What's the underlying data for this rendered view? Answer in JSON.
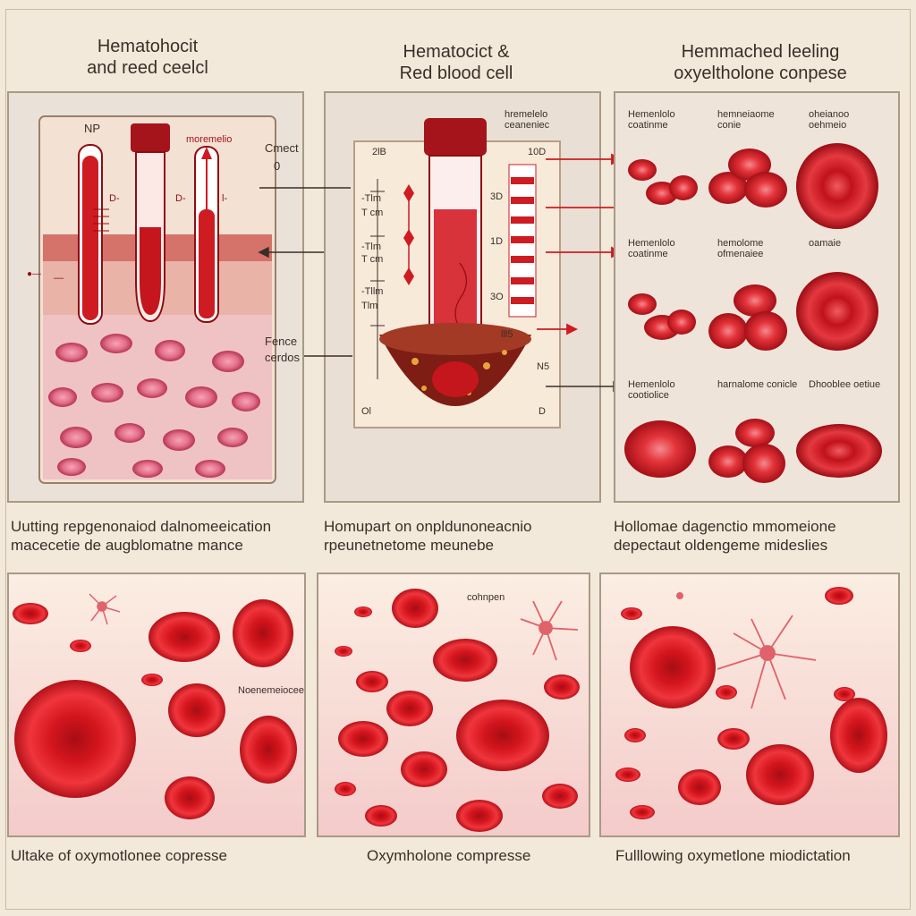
{
  "titles": {
    "left": [
      "Hematohocit",
      "and reed ceelcl"
    ],
    "middle": [
      "Hematocict &",
      "Red blood cell"
    ],
    "right": [
      "Hemmached leeling",
      "oxyeltholone conpese"
    ]
  },
  "left_panel": {
    "np_label": "NP",
    "arrow_label": "moremelio",
    "d_labels": [
      "D-",
      "D-",
      "l-"
    ],
    "callout_upper": [
      "Cmect",
      "0"
    ],
    "callout_lower": [
      "Fence",
      "cerdos"
    ]
  },
  "middle_panel": {
    "scale_left_top": "2lB",
    "scale_right_top": "10D",
    "scale_left_ticks": [
      "-Tlm",
      "T cm",
      "-Tlm",
      "T cm",
      "-Tllm",
      "Tlm"
    ],
    "scale_right_ticks": [
      "3D",
      "1D",
      "3O"
    ],
    "top_note": [
      "hremelelo",
      "ceaneniec"
    ],
    "bottom_left": "Ol",
    "bottom_right": "D",
    "bottom_mark": "lll5",
    "bottom_mark2": "N5"
  },
  "right_grid": {
    "rows": [
      [
        "Hemenlolo coatinme",
        "hemneiaome conie",
        "oheianoo oehmeio"
      ],
      [
        "Hemenlolo coatinme",
        "hemolome ofmenaiee",
        "oamaie"
      ],
      [
        "Hemenlolo cootiolice",
        "harnalome conicle",
        "Dhooblee oetiue"
      ]
    ]
  },
  "row_captions": {
    "left": [
      "Uutting repgenonaiod dalnomeeication",
      "macecetie de augblomatne mance"
    ],
    "middle": [
      "Homupart on onpldunoneacnio",
      "rpeunetnetome meunebe"
    ],
    "right": [
      "Hollomae dagenctio mmomeione",
      "depectaut oldengeme mideslies"
    ]
  },
  "bottom_panels": {
    "left_label": "Noenemeiocee",
    "middle_label": "cohnpen"
  },
  "bottom_captions": [
    "Ultake of oxymotlonee copresse",
    "Oxymholone compresse",
    "Fulllowing oxymetlone miodictation"
  ],
  "colors": {
    "blood": "#cf1b22",
    "dark_blood": "#8f0c12",
    "background": "#f3e9da",
    "panel_pink": "#f6dcd6"
  }
}
